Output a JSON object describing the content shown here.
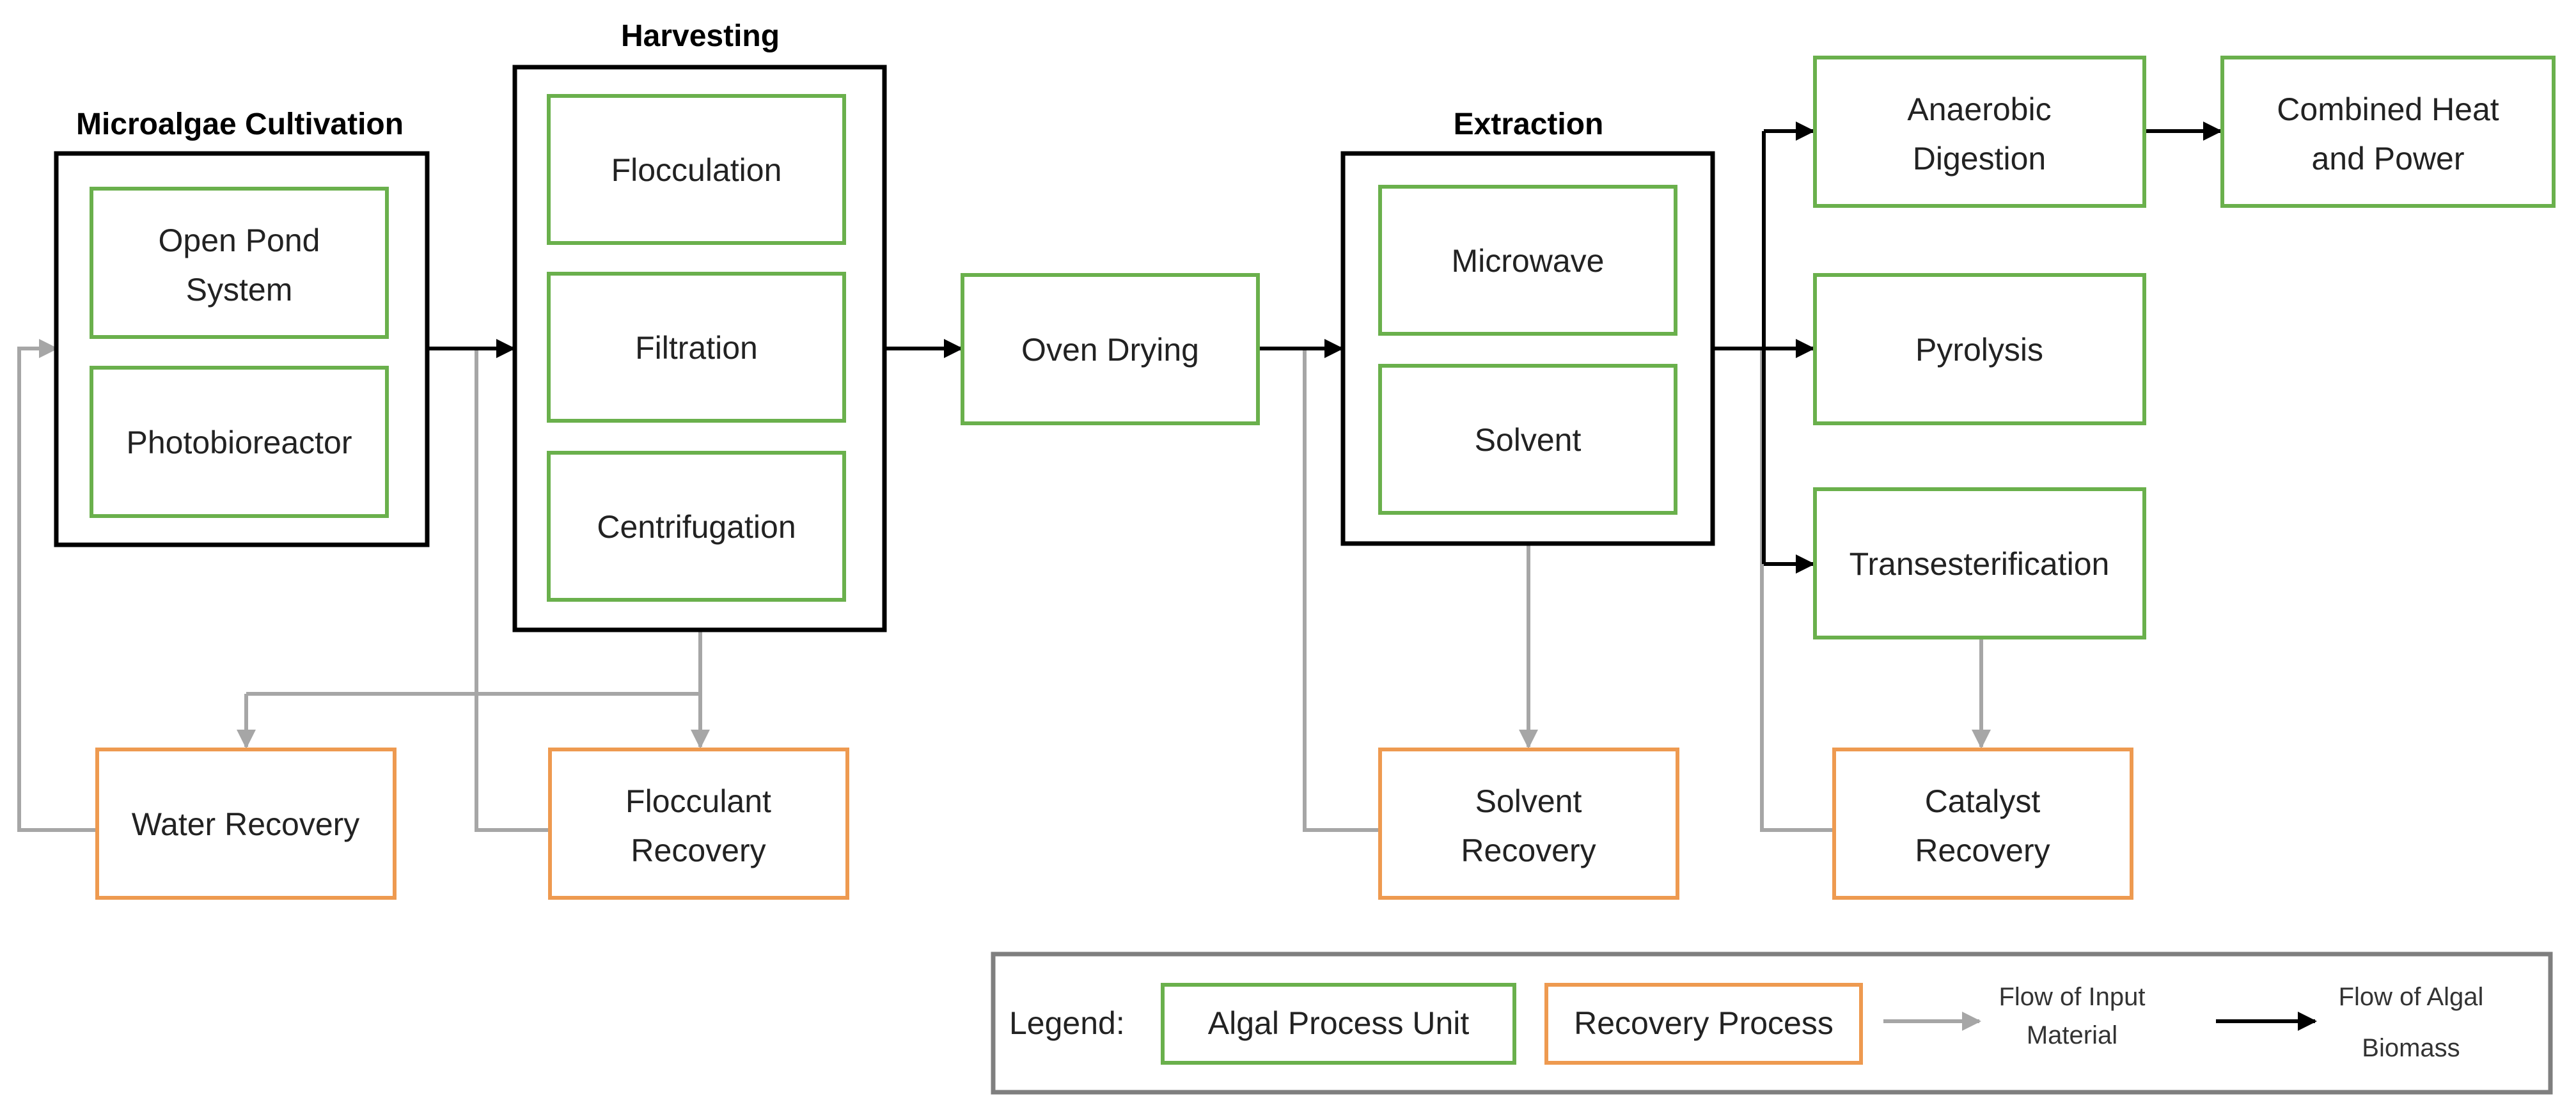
{
  "colors": {
    "algal_border": "#6ab04c",
    "recovery_border": "#ee9a50",
    "group_border": "#000000",
    "input_flow": "#a6a6a6",
    "biomass_flow": "#000000",
    "legend_border": "#7f7f7f"
  },
  "groups": {
    "cultivation": {
      "title": "Microalgae Cultivation"
    },
    "harvesting": {
      "title": "Harvesting"
    },
    "extraction": {
      "title": "Extraction"
    }
  },
  "nodes": {
    "open_pond": {
      "lines": [
        "Open Pond",
        "System"
      ]
    },
    "photobioreactor": {
      "lines": [
        "Photobioreactor"
      ]
    },
    "flocculation": {
      "lines": [
        "Flocculation"
      ]
    },
    "filtration": {
      "lines": [
        "Filtration"
      ]
    },
    "centrifugation": {
      "lines": [
        "Centrifugation"
      ]
    },
    "oven_drying": {
      "lines": [
        "Oven Drying"
      ]
    },
    "microwave": {
      "lines": [
        "Microwave"
      ]
    },
    "solvent": {
      "lines": [
        "Solvent"
      ]
    },
    "anaerobic_digestion": {
      "lines": [
        "Anaerobic",
        "Digestion"
      ]
    },
    "combined_heat_power": {
      "lines": [
        "Combined Heat",
        "and Power"
      ]
    },
    "pyrolysis": {
      "lines": [
        "Pyrolysis"
      ]
    },
    "transesterification": {
      "lines": [
        "Transesterification"
      ]
    },
    "water_recovery": {
      "lines": [
        "Water Recovery"
      ]
    },
    "flocculant_recovery": {
      "lines": [
        "Flocculant",
        "Recovery"
      ]
    },
    "solvent_recovery": {
      "lines": [
        "Solvent",
        "Recovery"
      ]
    },
    "catalyst_recovery": {
      "lines": [
        "Catalyst",
        "Recovery"
      ]
    }
  },
  "legend": {
    "label": "Legend:",
    "algal_unit": "Algal Process Unit",
    "recovery_process": "Recovery Process",
    "input_flow": [
      "Flow of Input",
      "Material"
    ],
    "biomass_flow": [
      "Flow of Algal",
      "Biomass"
    ]
  }
}
